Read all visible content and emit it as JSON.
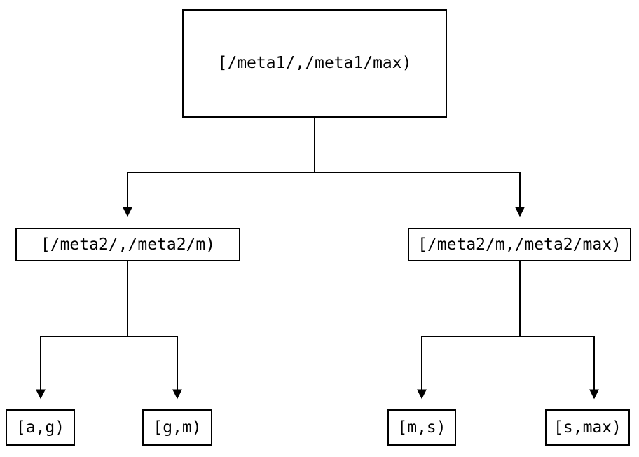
{
  "diagram": {
    "type": "tree",
    "description": "Two-level range partition tree of key intervals",
    "root": {
      "label": "[/meta1/,/meta1/max)"
    },
    "level2": [
      {
        "label": "[/meta2/,/meta2/m)",
        "parent": "root"
      },
      {
        "label": "[/meta2/m,/meta2/max)",
        "parent": "root"
      }
    ],
    "leaves": [
      {
        "label": "[a,g)",
        "parent": "[/meta2/,/meta2/m)"
      },
      {
        "label": "[g,m)",
        "parent": "[/meta2/,/meta2/m)"
      },
      {
        "label": "[m,s)",
        "parent": "[/meta2/m,/meta2/max)"
      },
      {
        "label": "[s,max)",
        "parent": "[/meta2/m,/meta2/max)"
      }
    ],
    "colors": {
      "background": "#ffffff",
      "line": "#000000",
      "box_border": "#000000",
      "text": "#000000"
    }
  }
}
